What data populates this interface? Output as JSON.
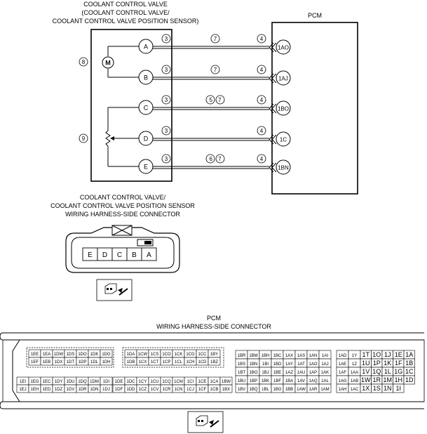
{
  "schematic": {
    "cv_title": [
      "COOLANT CONTROL VALVE",
      "(COOLANT CONTROL VALVE/",
      "COOLANT CONTROL VALVE POSITION SENSOR)"
    ],
    "pcm_title": "PCM",
    "motor": "M",
    "callout_motor": "8",
    "callout_sensor": "9",
    "wires": [
      {
        "pin": "A",
        "near": "3",
        "mid": "7",
        "far": "4",
        "pcm_pin": "1AO"
      },
      {
        "pin": "B",
        "near": "3",
        "mid": "7",
        "far": "4",
        "pcm_pin": "1AJ"
      },
      {
        "pin": "C",
        "near": "3",
        "mid": "5 7",
        "far": "4",
        "pcm_pin": "1BO"
      },
      {
        "pin": "D",
        "near": "3",
        "mid": "",
        "far": "4",
        "pcm_pin": "1C"
      },
      {
        "pin": "E",
        "near": "3",
        "mid": "6 7",
        "far": "4",
        "pcm_pin": "1BN"
      }
    ]
  },
  "cv_connector": {
    "title": [
      "COOLANT CONTROL VALVE/",
      "COOLANT CONTROL VALVE POSITION SENSOR",
      "WIRING HARNESS-SIDE CONNECTOR"
    ],
    "pins": [
      "E",
      "D",
      "C",
      "B",
      "A"
    ]
  },
  "pcm_connector": {
    "title": [
      "PCM",
      "WIRING HARNESS-SIDE CONNECTOR"
    ],
    "block1": {
      "row1": [
        "1EE",
        "1EA",
        "1DW",
        "1DS",
        "1DO",
        "1DK",
        "1DG"
      ],
      "row2": [
        "1EF",
        "1EB",
        "1DX",
        "1DT",
        "1DP",
        "1DL",
        "1DH"
      ],
      "row3": [
        "1EI",
        "1EG",
        "1EC",
        "1DY",
        "1DU",
        "1DQ",
        "1DM",
        "1DI"
      ],
      "row4": [
        "1EJ",
        "1EH",
        "1ED",
        "1DZ",
        "1DV",
        "1DR",
        "1DN",
        "1DJ"
      ]
    },
    "block2": {
      "row1": [
        "1DA",
        "1CW",
        "1CS",
        "1CO",
        "1CK",
        "1CG",
        "1CC",
        "1BY"
      ],
      "row2": [
        "1DB",
        "1CX",
        "1CT",
        "1CP",
        "1CL",
        "1CH",
        "1CD",
        "1BZ"
      ],
      "row3": [
        "1DE",
        "1DC",
        "1CY",
        "1CU",
        "1CQ",
        "1CM",
        "1CI",
        "1CE",
        "1CA",
        "1BW"
      ],
      "row4": [
        "1DF",
        "1DD",
        "1CZ",
        "1CV",
        "1CR",
        "1CN",
        "1CJ",
        "1CF",
        "1CB",
        "1BX"
      ]
    },
    "block3": [
      [
        "1BR",
        "1BM",
        "1BH",
        "1BC",
        "1AX",
        "1AS",
        "1AN",
        "1AI"
      ],
      [
        "1BS",
        "1BN",
        "1BI",
        "1BD",
        "1AY",
        "1AT",
        "1AO",
        "1AJ"
      ],
      [
        "1BT",
        "1BO",
        "1BJ",
        "1BE",
        "1AZ",
        "1AU",
        "1AP",
        "1AK"
      ],
      [
        "1BU",
        "1BP",
        "1BK",
        "1BF",
        "1BA",
        "1AV",
        "1AQ",
        "1AL"
      ],
      [
        "1BV",
        "1BQ",
        "1BL",
        "1BG",
        "1BB",
        "1AW",
        "1AR",
        "1AM"
      ]
    ],
    "block4": [
      [
        "1AD",
        "1Y",
        "1T",
        "1O",
        "1J",
        "1E",
        "1A"
      ],
      [
        "1AE",
        "1Z",
        "1U",
        "1P",
        "1K",
        "1F",
        "1B"
      ],
      [
        "1AF",
        "1AA",
        "1V",
        "1Q",
        "1L",
        "1G",
        "1C"
      ],
      [
        "1AG",
        "1AB",
        "1W",
        "1R",
        "1M",
        "1H",
        "1D"
      ],
      [
        "1AH",
        "1AC",
        "1X",
        "1S",
        "1N",
        "1I"
      ]
    ]
  }
}
